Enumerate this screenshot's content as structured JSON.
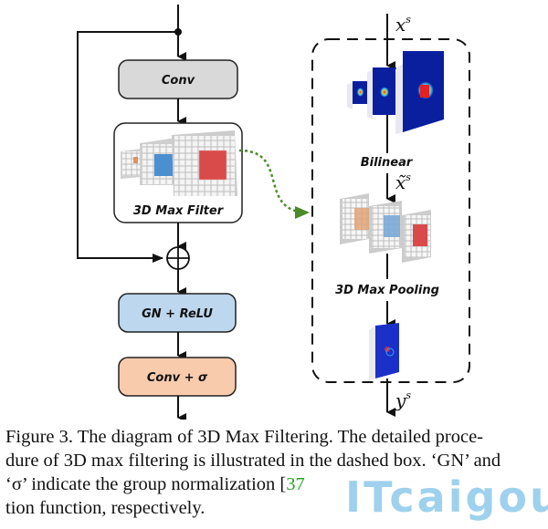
{
  "figure": {
    "left_pipeline": {
      "conv_label": "Conv",
      "max_filter_label": "3D Max Filter",
      "gn_relu_label": "GN + ReLU",
      "conv_sigma_label": "Conv + σ",
      "colors": {
        "conv_fill": "#d9d9d9",
        "gn_relu_fill": "#bdd7ee",
        "conv_sigma_fill": "#f8cbad",
        "filter_box_fill": "#ffffff",
        "orange_patch": "#e0905a",
        "blue_patch": "#4a8fd0",
        "red_patch": "#d94b4b",
        "grid_cell": "#e8e8e8"
      }
    },
    "detail_box": {
      "input_label": "x",
      "input_sup": "s",
      "bilinear_label": "Bilinear",
      "tilde_label": "x̃",
      "tilde_sup": "s",
      "pooling_label": "3D Max Pooling",
      "output_label": "y",
      "output_sup": "s",
      "colors": {
        "heatmap_bg": "#0a1f9e",
        "heatmap_hot": "#e82020",
        "heatmap_warm": "#f0c020",
        "heatmap_cool": "#40c0f0",
        "arrow_green": "#4a8a2a"
      }
    }
  },
  "caption": {
    "line1": "Figure 3. The diagram of 3D Max Filtering.  The detailed proce-",
    "line2": "dure of 3D max filtering is illustrated in the dashed box.  ‘GN’ and",
    "line3_pre": "‘σ’ indicate the group normalization [",
    "line3_cite": "37",
    "line4": "tion function, respectively."
  },
  "watermark": "ITcaigou"
}
